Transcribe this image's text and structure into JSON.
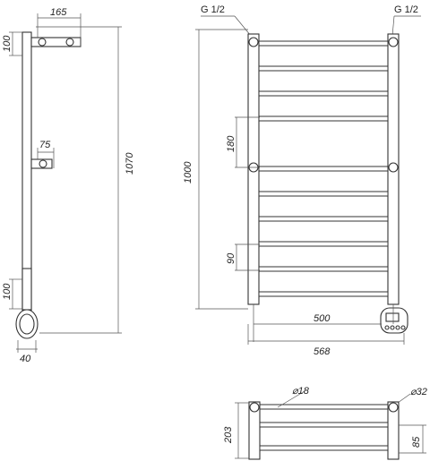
{
  "side_view": {
    "dim_top_width": "165",
    "dim_top_height": "100",
    "dim_mid_width": "75",
    "dim_total_height": "1070",
    "dim_bottom_height": "100",
    "dim_bottom_width": "40"
  },
  "front_view": {
    "thread_left": "G 1/2",
    "thread_right": "G 1/2",
    "dim_height": "1000",
    "dim_pitch_upper": "180",
    "dim_pitch_lower": "90",
    "dim_center_width": "500",
    "dim_overall_width": "568"
  },
  "top_view": {
    "dim_bar_diameter": "⌀18",
    "dim_post_diameter": "⌀32",
    "dim_depth": "203",
    "dim_offset": "85"
  }
}
